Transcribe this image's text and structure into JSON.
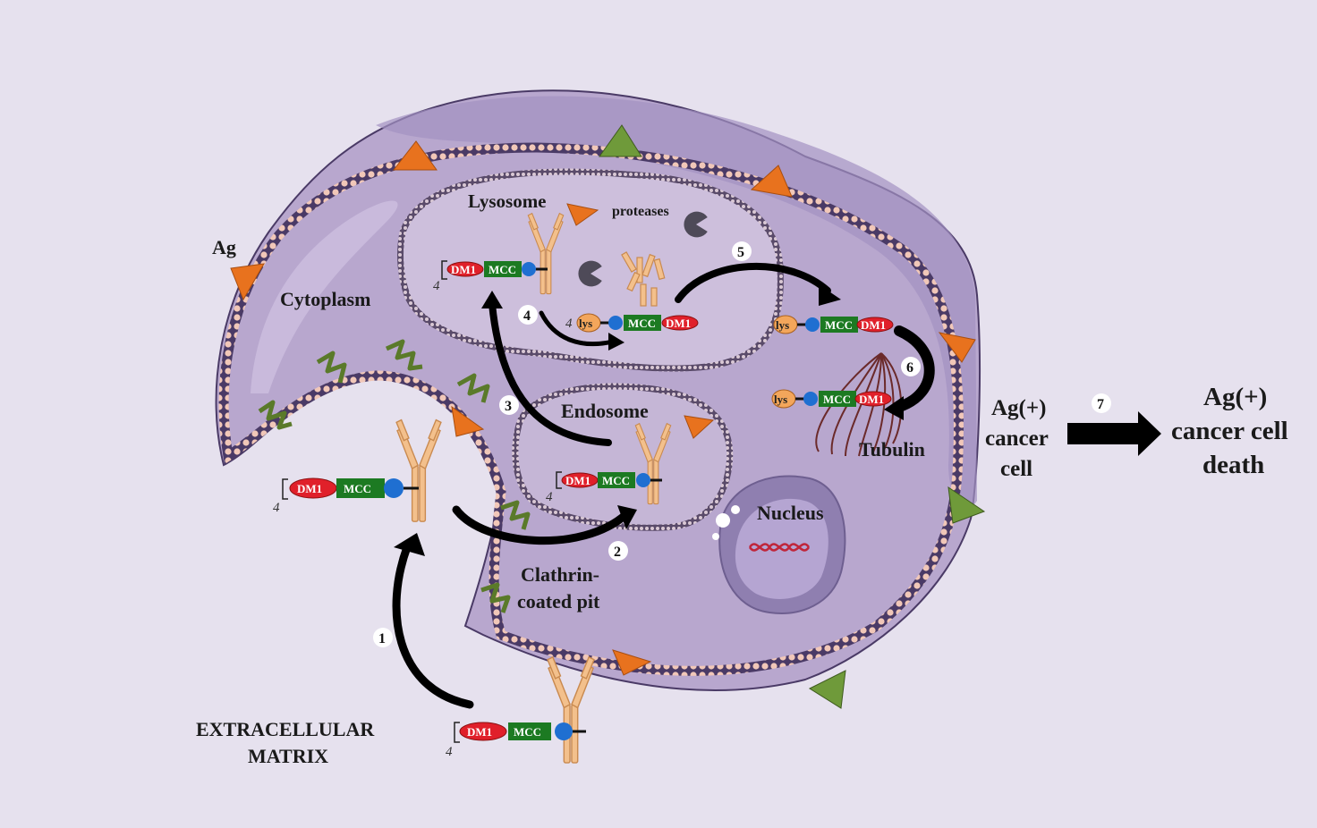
{
  "labels": {
    "ag": "Ag",
    "cytoplasm": "Cytoplasm",
    "lysosome": "Lysosome",
    "proteases": "proteases",
    "endosome": "Endosome",
    "nucleus": "Nucleus",
    "tubulin": "Tubulin",
    "clathrin_line1": "Clathrin-",
    "clathrin_line2": "coated pit",
    "extracellular_line1": "EXTRACELLULAR",
    "extracellular_line2": "MATRIX",
    "cell_line1": "Ag(+)",
    "cell_line2": "cancer",
    "cell_line3": "cell",
    "death_line1": "Ag(+)",
    "death_line2": "cancer cell",
    "death_line3": "death"
  },
  "payload": {
    "dm1": "DM1",
    "mcc": "MCC",
    "lys": "lys",
    "count": "4"
  },
  "steps": [
    "1",
    "2",
    "3",
    "4",
    "5",
    "6",
    "7"
  ],
  "colors": {
    "background": "#e6e1ee",
    "cytoplasm": "#b9a8cf",
    "membrane_bead": "#f1c7b8",
    "antigen_orange": "#e8721e",
    "antigen_green": "#6f9a3a",
    "antibody": "#f3c08c",
    "dm1": "#e0202a",
    "mcc": "#1c7a22",
    "linker": "#1f6fd1",
    "tubulin": "#6b2a2a"
  }
}
